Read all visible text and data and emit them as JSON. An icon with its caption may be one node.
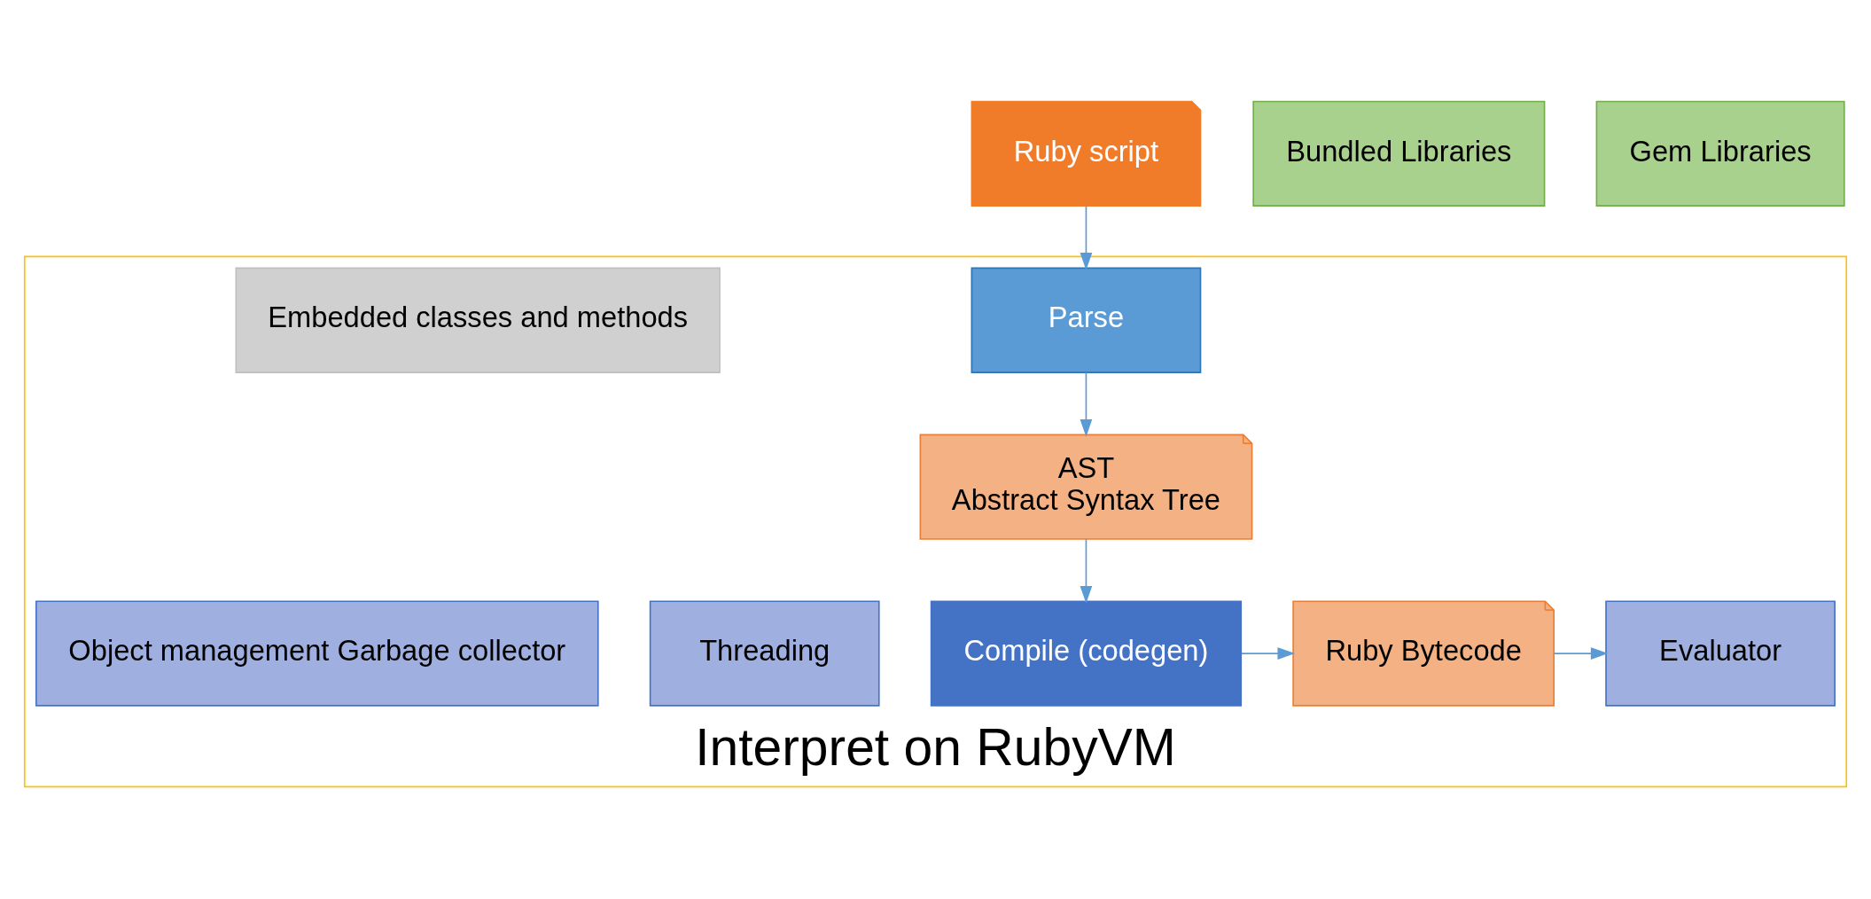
{
  "diagram": {
    "nodes": [
      {
        "text": [
          "Ruby script"
        ]
      },
      {
        "text": [
          "Bundled Libraries"
        ]
      },
      {
        "text": [
          "Gem Libraries"
        ]
      },
      {
        "text": [
          "Interpret on RubyVM"
        ]
      },
      {
        "text": [
          "Parse"
        ],
        "in": 3
      },
      {
        "text": [
          "AST",
          "Abstract Syntax Tree"
        ],
        "in": 3
      },
      {
        "text": [
          "Embedded classes and methods"
        ],
        "in": 3
      },
      {
        "text": [
          "Compile (codegen)"
        ],
        "in": 3
      },
      {
        "text": [
          "Ruby Bytecode"
        ],
        "in": 3
      },
      {
        "text": [
          "Threading"
        ],
        "in": 3
      },
      {
        "text": [
          "Evaluator"
        ],
        "in": 3
      },
      {
        "text": [
          "Object management Garbage collector"
        ],
        "in": 3
      }
    ],
    "edges": [
      {
        "from": 0,
        "to": 4,
        "arrow": "to"
      },
      {
        "from": 4,
        "to": 5,
        "arrow": "to"
      },
      {
        "from": 5,
        "to": 7,
        "arrow": "to"
      },
      {
        "from": 7,
        "to": 8,
        "arrow": "to"
      },
      {
        "from": 8,
        "to": 10,
        "arrow": "to"
      }
    ]
  }
}
